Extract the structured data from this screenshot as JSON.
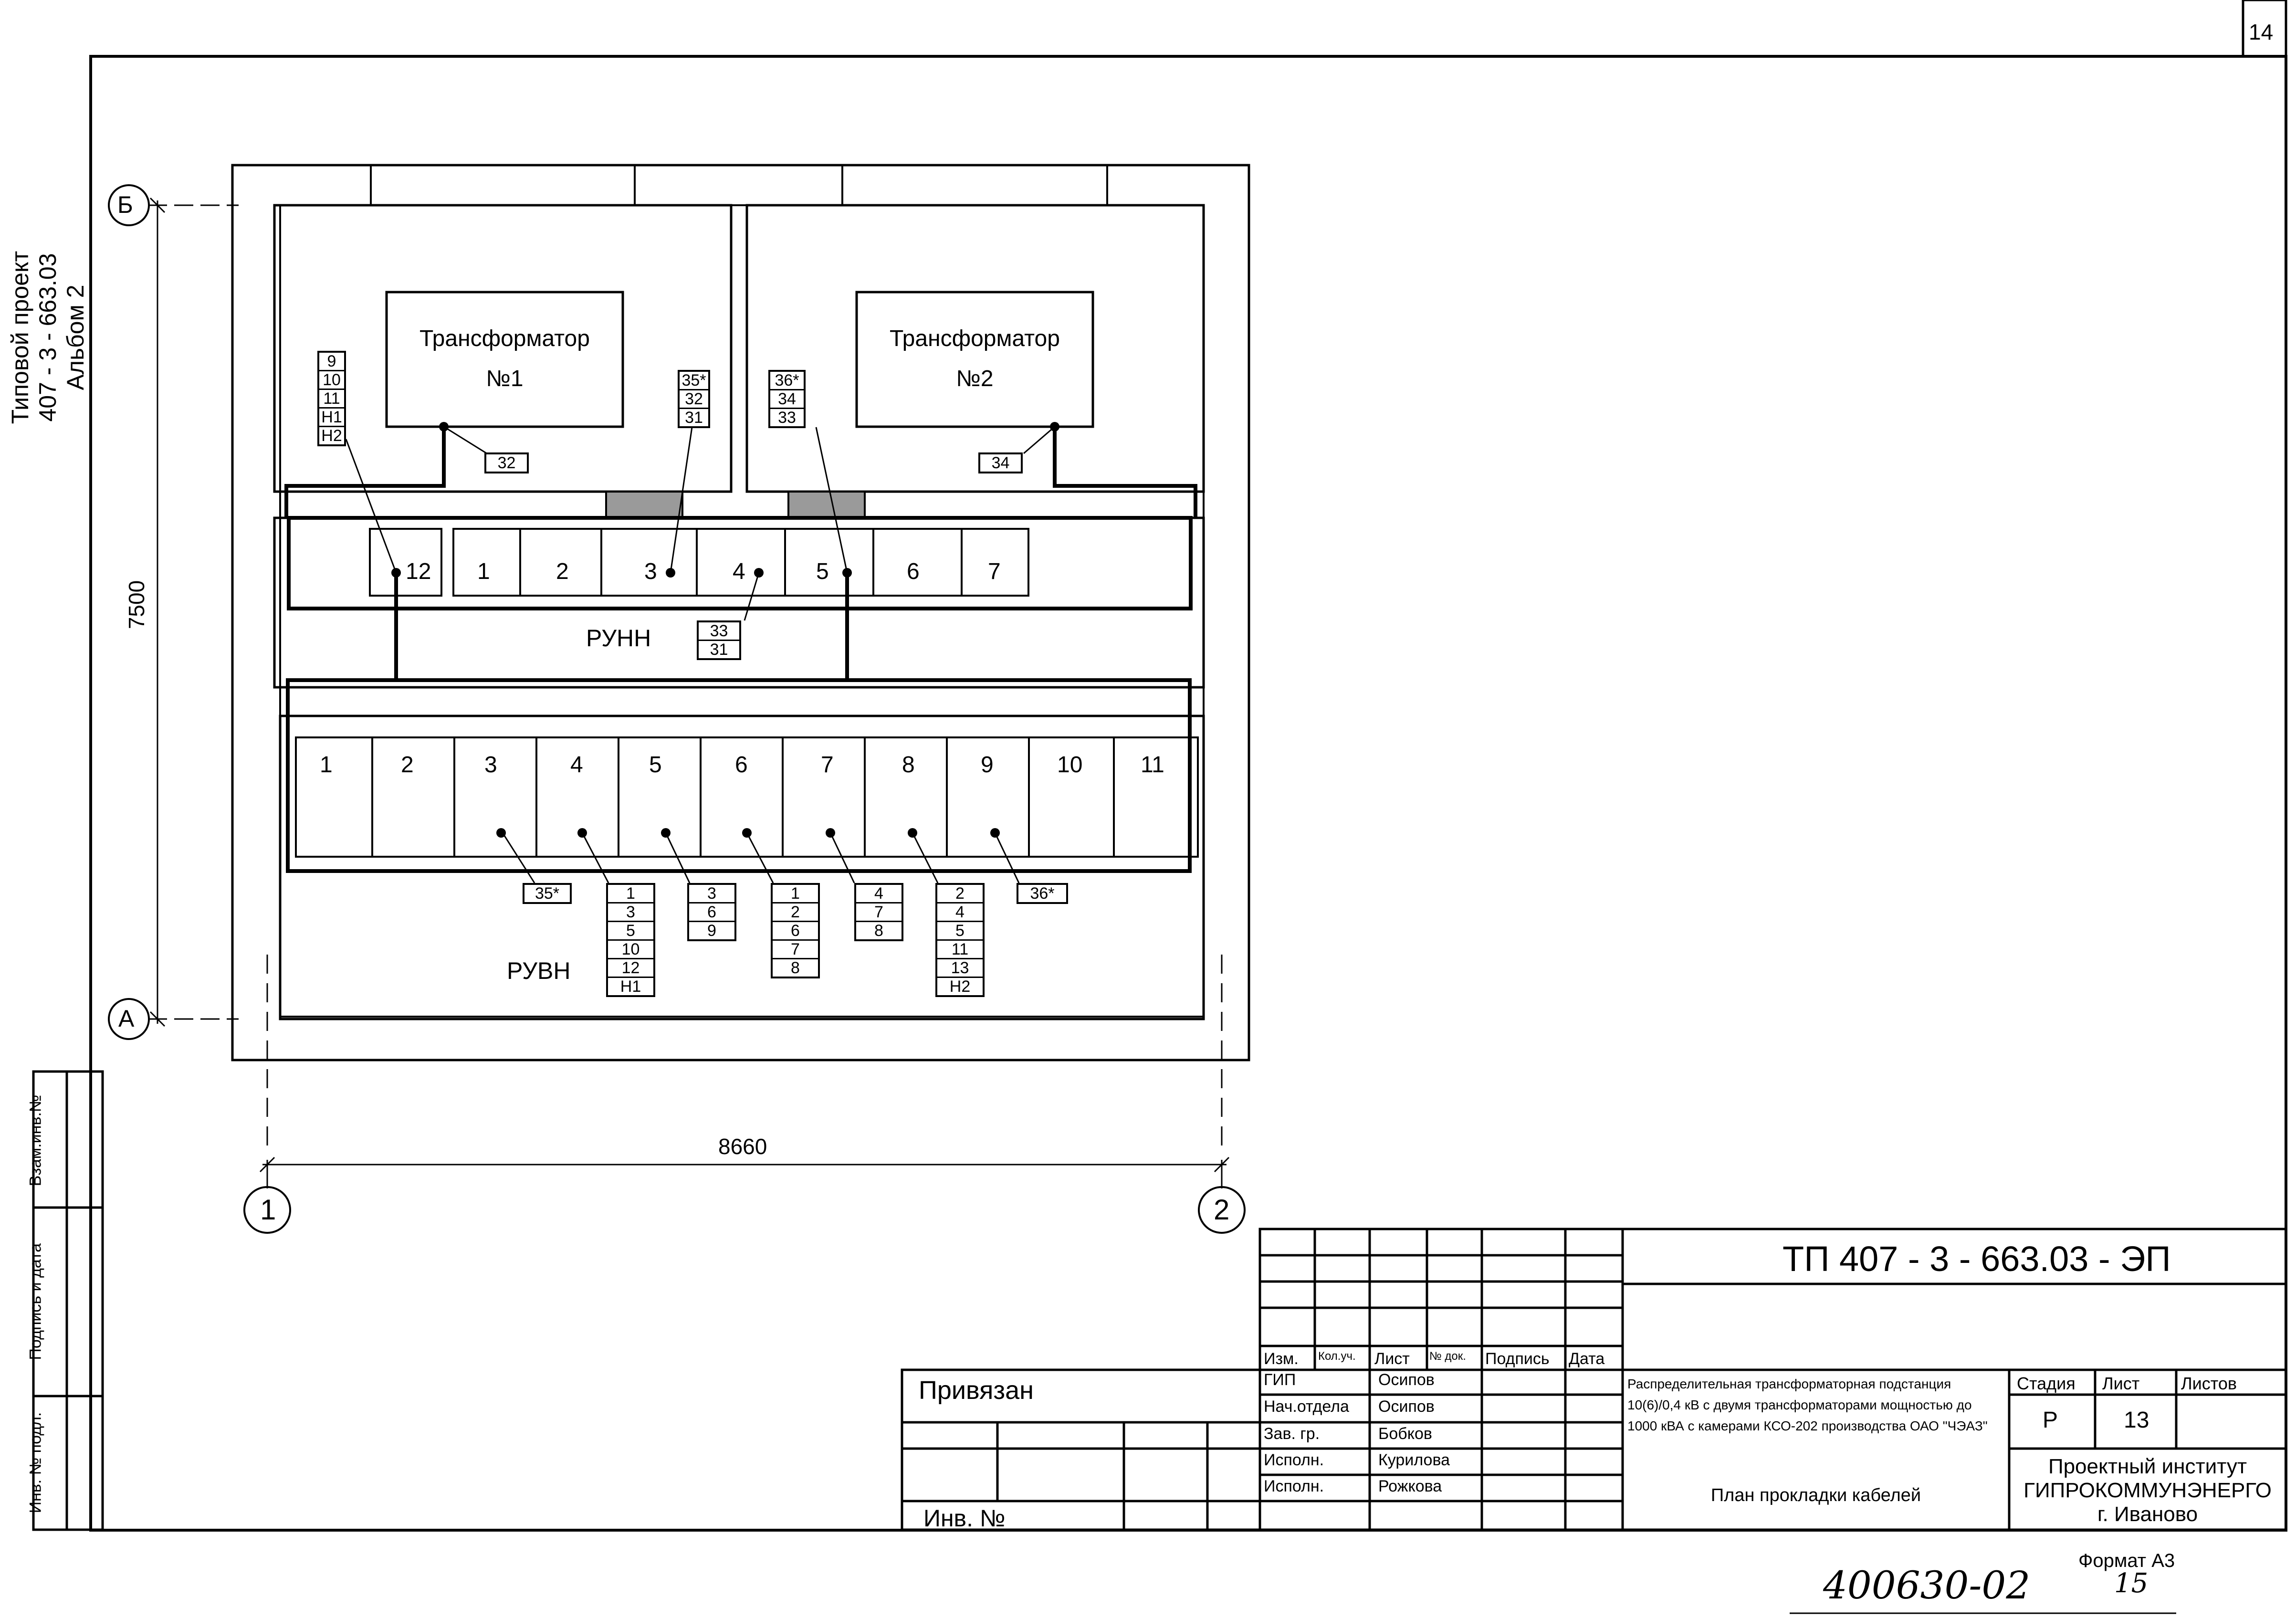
{
  "sheet": {
    "number": "14",
    "format": "Формат А3",
    "handwritten_note": "400630-02",
    "handwritten_page": "15"
  },
  "side": {
    "title_line1": "Типовой проект",
    "title_line2": "407 - 3 - 663.03",
    "title_line3": "Альбом 2"
  },
  "axes": {
    "top_letter": "Б",
    "bottom_letter": "А",
    "left_number": "1",
    "right_number": "2",
    "vertical_dim": "7500",
    "horizontal_dim": "8660"
  },
  "transformers": [
    {
      "label_line1": "Трансформатор",
      "label_line2": "№1"
    },
    {
      "label_line1": "Трансформатор",
      "label_line2": "№2"
    }
  ],
  "runn": {
    "label": "РУНН",
    "cells": [
      "12",
      "1",
      "2",
      "3",
      "4",
      "5",
      "6",
      "7"
    ]
  },
  "ruvn": {
    "label": "РУВН",
    "cells": [
      "1",
      "2",
      "3",
      "4",
      "5",
      "6",
      "7",
      "8",
      "9",
      "10",
      "11"
    ]
  },
  "cable_tags": {
    "t1_left": [
      "9",
      "10",
      "11",
      "Н1",
      "Н2"
    ],
    "t1_right": [
      "35*",
      "32",
      "31"
    ],
    "t1_bottom": [
      "32"
    ],
    "t2_left": [
      "36*",
      "34",
      "33"
    ],
    "t2_bottom": [
      "34"
    ],
    "runn_mid": [
      "33",
      "31"
    ],
    "ruvn_3": [
      "35*"
    ],
    "ruvn_4": [
      "1",
      "3",
      "5",
      "10",
      "12",
      "Н1"
    ],
    "ruvn_5": [
      "3",
      "6",
      "9"
    ],
    "ruvn_6": [
      "1",
      "2",
      "6",
      "7",
      "8"
    ],
    "ruvn_7": [
      "4",
      "7",
      "8"
    ],
    "ruvn_8": [
      "2",
      "4",
      "5",
      "11",
      "13",
      "Н2"
    ],
    "ruvn_9": [
      "36*"
    ]
  },
  "left_stamp": {
    "col1": "Взам.инв.№",
    "col2": "Подпись и дата",
    "col3": "Инв. № подл."
  },
  "binding": {
    "bound_label": "Привязан",
    "inv_label": "Инв. №"
  },
  "title_block": {
    "code": "ТП  407 - 3 - 663.03 - ЭП",
    "headers": [
      "Изм.",
      "Кол.уч.",
      "Лист",
      "№ док.",
      "Подпись",
      "Дата"
    ],
    "roles": [
      "ГИП",
      "Нач.отдела",
      "Зав. гр.",
      "Исполн.",
      "Исполн."
    ],
    "names": [
      "Осипов",
      "Осипов",
      "Бобков",
      "Курилова",
      "Рожкова"
    ],
    "description_line1": "Распределительная трансформаторная подстанция",
    "description_line2": "10(6)/0,4 кВ с двумя трансформаторами мощностью до",
    "description_line3": "1000 кВА с камерами КСО-202 производства ОАО \"ЧЭАЗ\"",
    "drawing_name": "План прокладки кабелей",
    "stage_label": "Стадия",
    "sheet_label": "Лист",
    "sheets_label": "Листов",
    "stage_value": "Р",
    "sheet_value": "13",
    "org_line1": "Проектный институт",
    "org_line2": "ГИПРОКОММУНЭНЕРГО",
    "org_line3": "г. Иваново"
  }
}
